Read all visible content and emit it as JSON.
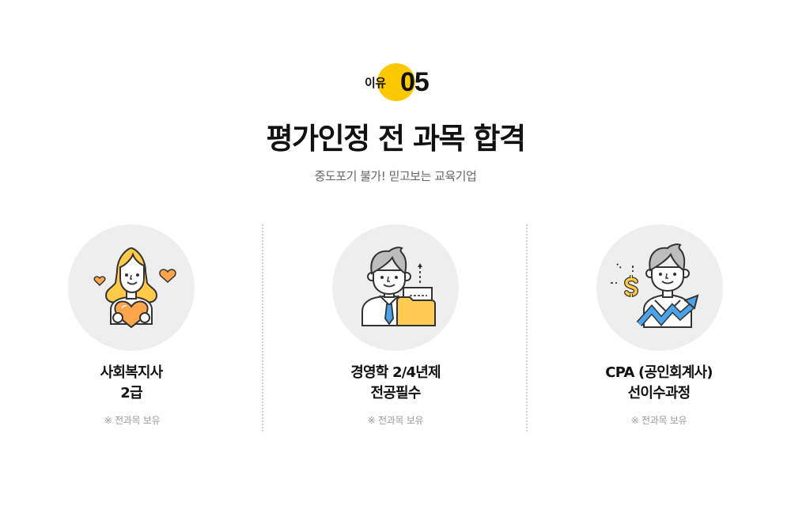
{
  "badge": {
    "label": "이유",
    "number": "05",
    "color": "#fcc800"
  },
  "title": "평가인정 전 과목 합격",
  "subtitle": "중도포기 불가! 믿고보는 교육기업",
  "cards": [
    {
      "icon": "woman-holding-heart-icon",
      "title_line1": "사회복지사",
      "title_line2": "2급",
      "note": "※ 전과목 보유"
    },
    {
      "icon": "businessman-folder-icon",
      "title_line1": "경영학 2/4년제",
      "title_line2": "전공필수",
      "note": "※ 전과목 보유"
    },
    {
      "icon": "businessman-dollar-growth-icon",
      "title_line1": "CPA (공인회계사)",
      "title_line2": "선이수과정",
      "note": "※ 전과목 보유"
    }
  ],
  "colors": {
    "accent_yellow": "#fcc800",
    "heart_orange": "#ffa64d",
    "hair_yellow": "#ffc94a",
    "folder_yellow": "#ffcb52",
    "tie_blue": "#4aa3e8",
    "hair_gray": "#bdbdbd",
    "circle_bg": "#eeeeee"
  }
}
